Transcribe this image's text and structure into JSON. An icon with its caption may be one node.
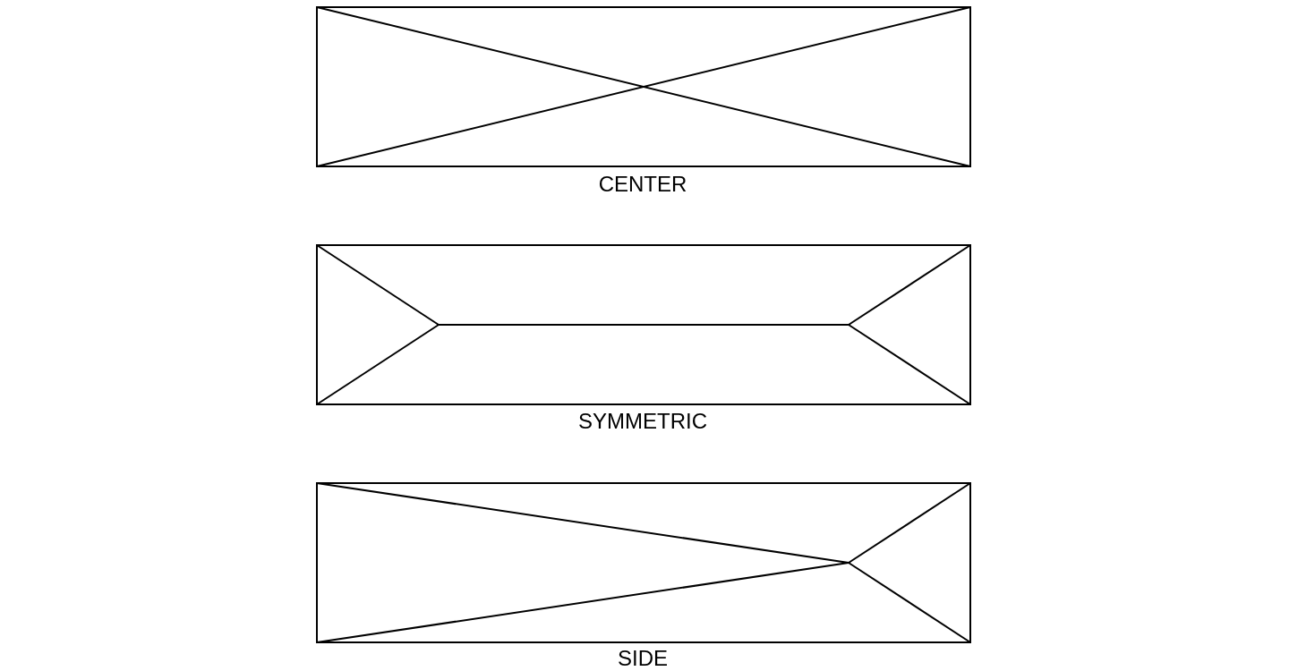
{
  "diagram": {
    "labels": [
      "CENTER",
      "SYMMETRIC",
      "SIDE"
    ]
  }
}
